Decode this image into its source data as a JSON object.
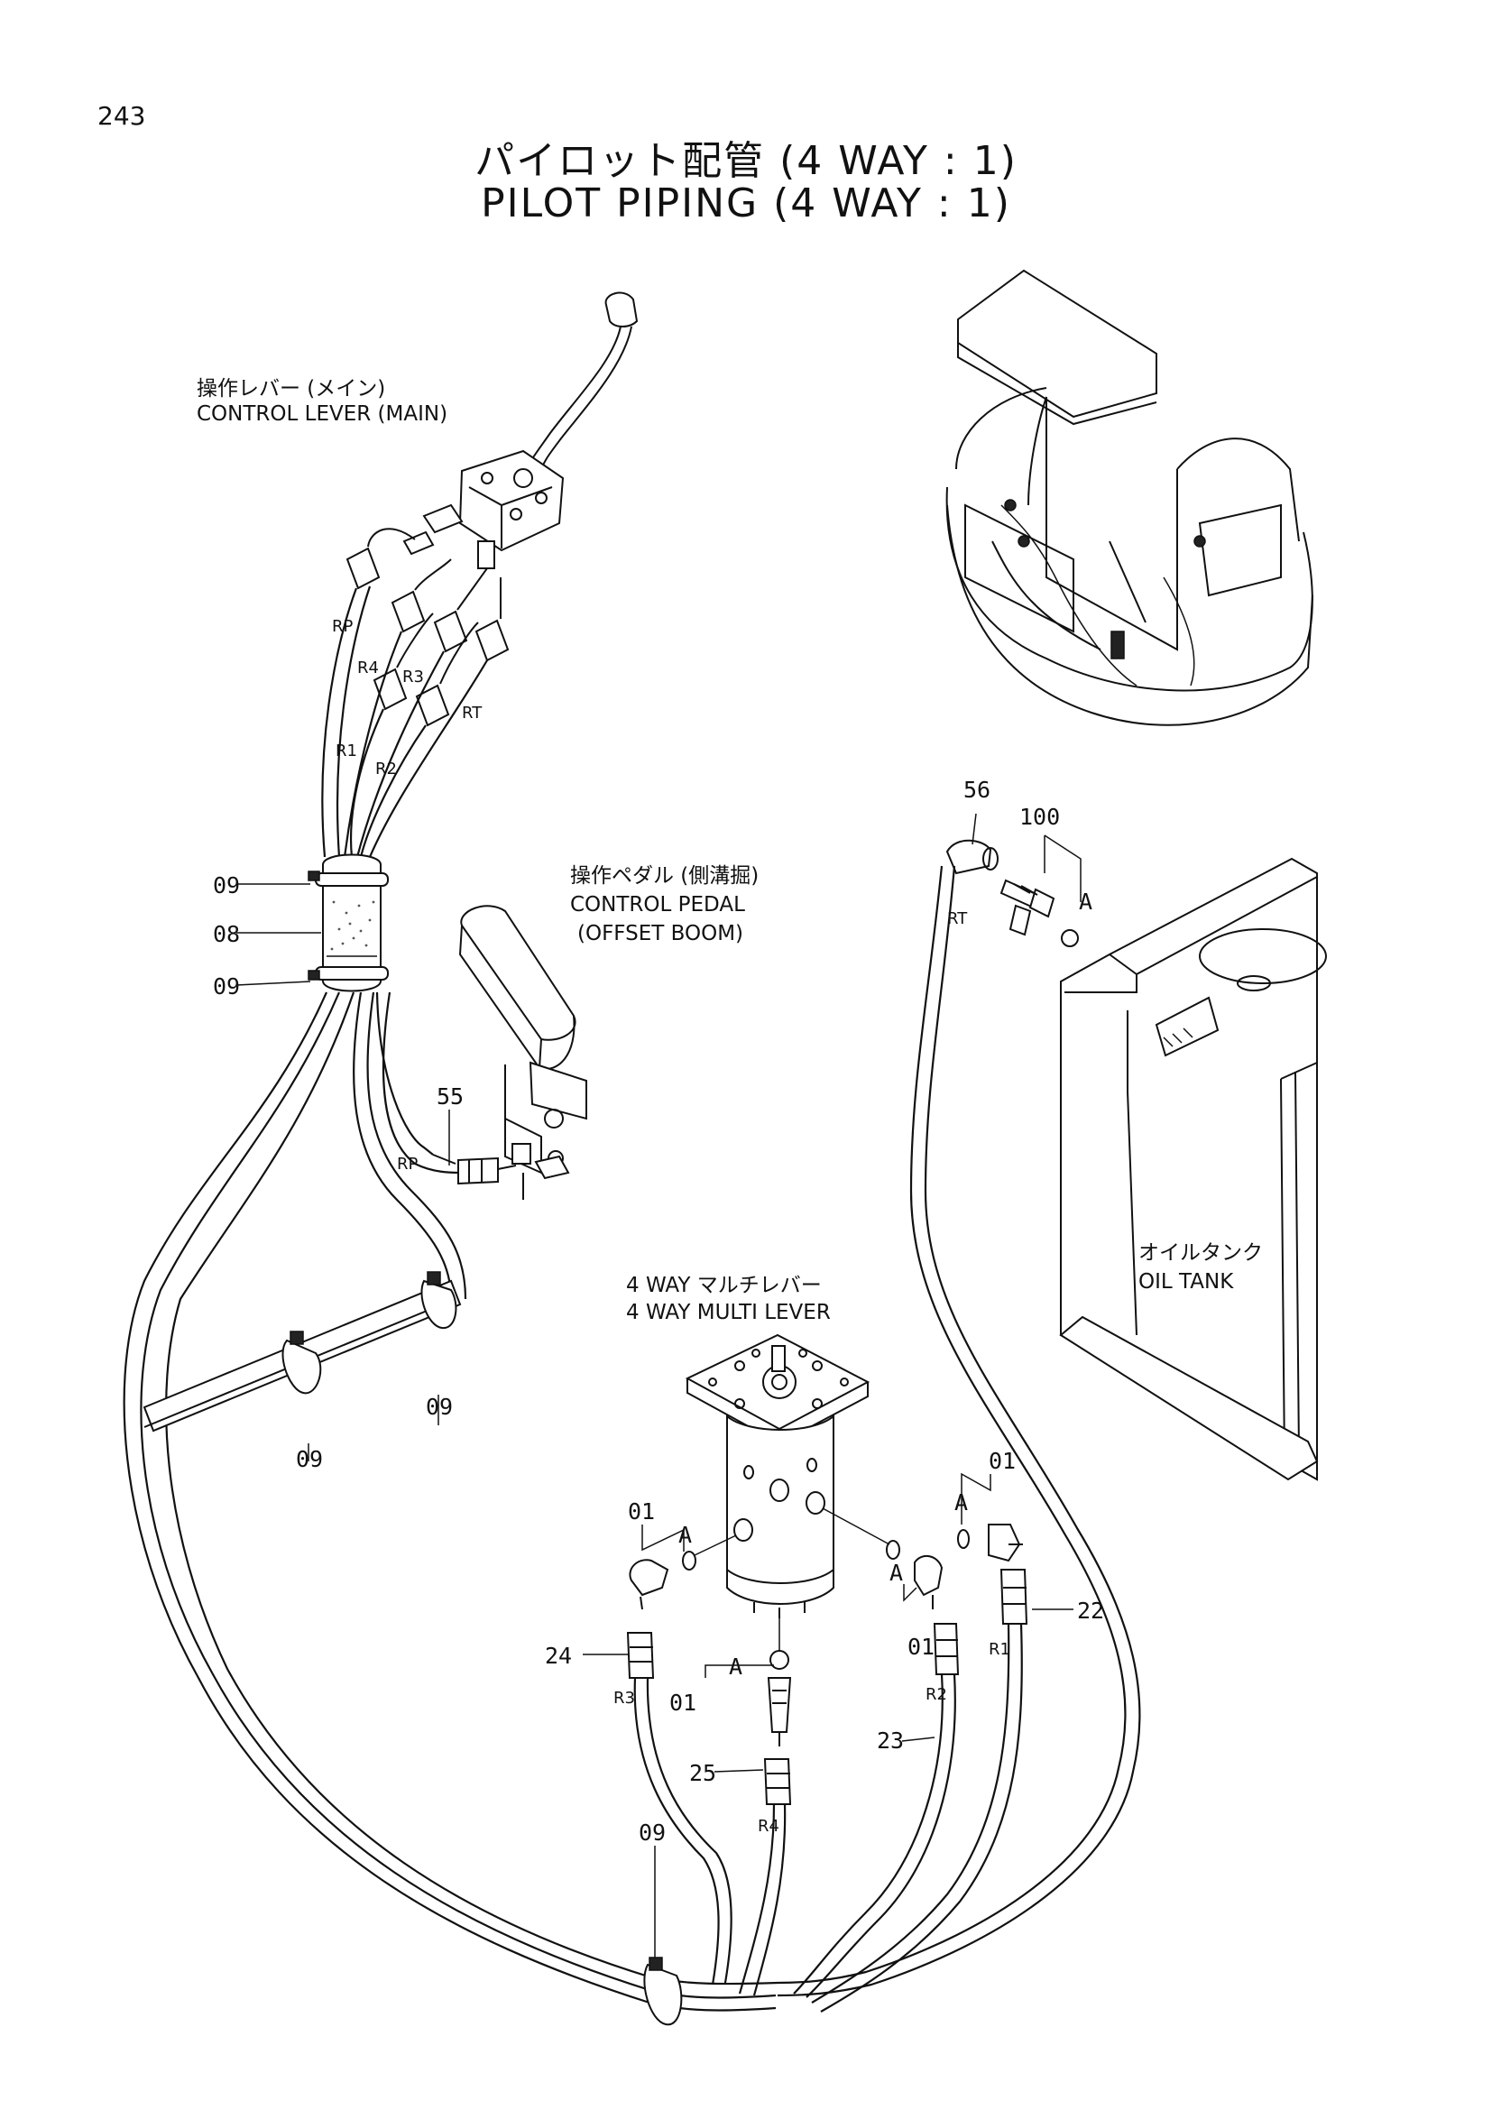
{
  "page": {
    "number": "243",
    "title_jp": "パイロット配管 (4 WAY : 1)",
    "title_en": "PILOT PIPING (4 WAY : 1)"
  },
  "labels": {
    "control_lever_jp": "操作レバー (メイン)",
    "control_lever_en": "CONTROL LEVER (MAIN)",
    "control_pedal_jp": "操作ペダル (側溝掘)",
    "control_pedal_en": "CONTROL PEDAL",
    "control_pedal_sub": "(OFFSET BOOM)",
    "multi_lever_jp": "4 WAY マルチレバー",
    "multi_lever_en": "4 WAY MULTI LEVER",
    "oil_tank_jp": "オイルタンク",
    "oil_tank_en": "OIL TANK"
  },
  "port_labels": {
    "rp_top": "RP",
    "r4_top": "R4",
    "r3_top": "R3",
    "rt_top": "RT",
    "r1_top": "R1",
    "r2_top": "R2",
    "rp_pedal": "RP",
    "rt_tank": "RT",
    "r3_bottom": "R3",
    "r4_bottom": "R4",
    "r2_bottom": "R2",
    "r1_bottom": "R1"
  },
  "callouts": {
    "c09_a": "09",
    "c08": "08",
    "c09_b": "09",
    "c55": "55",
    "c56": "56",
    "c100": "100",
    "a_tee": "A",
    "c09_clamp_right": "09",
    "c09_clamp_left": "09",
    "c01_left": "01",
    "a_left": "A",
    "c01_right": "01",
    "a_right": "A",
    "a_mid_right": "A",
    "c01_mid_right": "01",
    "c24": "24",
    "c22": "22",
    "c01_center": "01",
    "a_center": "A",
    "c25": "25",
    "c23": "23",
    "c09_bottom": "09"
  }
}
